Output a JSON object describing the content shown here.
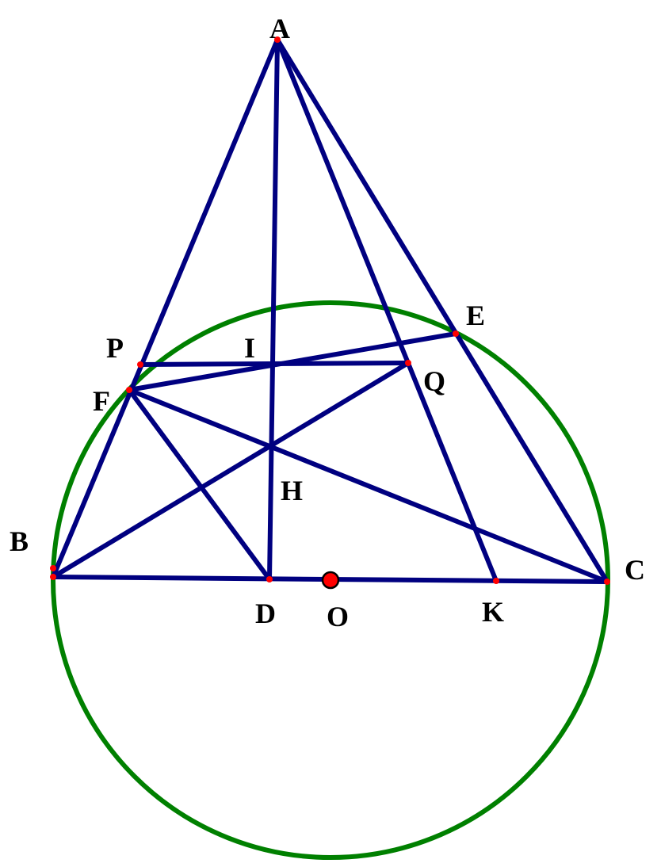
{
  "diagram": {
    "labels": {
      "A": "A",
      "B": "B",
      "C": "C",
      "D": "D",
      "E": "E",
      "F": "F",
      "H": "H",
      "I": "I",
      "K": "K",
      "O": "O",
      "P": "P",
      "Q": "Q"
    },
    "colors": {
      "segments": "#000080",
      "circle": "#008000",
      "points": "#ff0000"
    }
  }
}
